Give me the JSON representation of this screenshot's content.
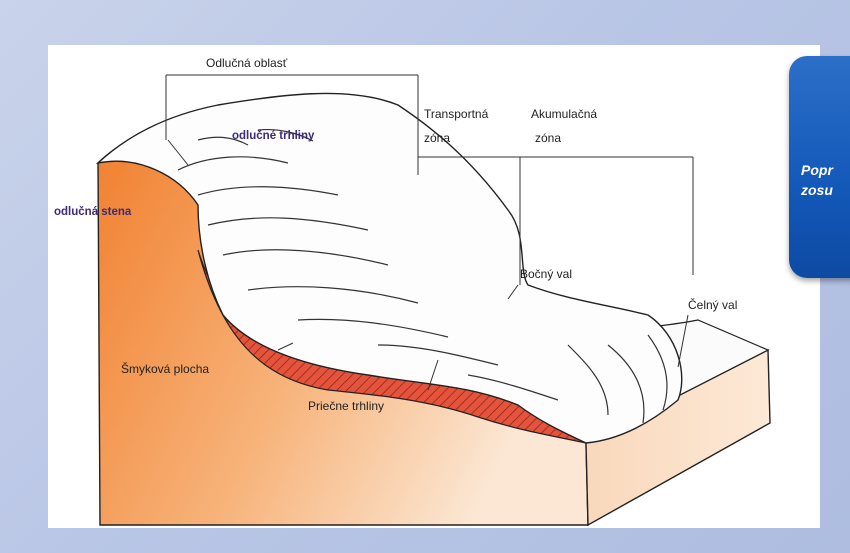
{
  "diagram": {
    "labels": {
      "odlucna_oblast": "Odlučná oblasť",
      "transportna": "Transportná",
      "transportna_zona": "zóna",
      "akumulacna": "Akumulačná",
      "akumulacna_zona": "zóna",
      "odlucne_trhliny": "odlučné trhliny",
      "odlucna_stena": "odlučná stena",
      "bocny_val": "Bočný val",
      "celny_val": "Čelný val",
      "smykova_plocha": "Šmyková plocha",
      "priecne_trhliny": "Priečne trhliny"
    },
    "colors": {
      "slip_surface": "#e4543c",
      "block_front": "#f07a3a",
      "block_top": "#f6d9c0",
      "label_purple": "#3d2a7a",
      "label_text": "#222222"
    }
  },
  "callout": {
    "line1": "Popr",
    "line2": "zosu"
  }
}
